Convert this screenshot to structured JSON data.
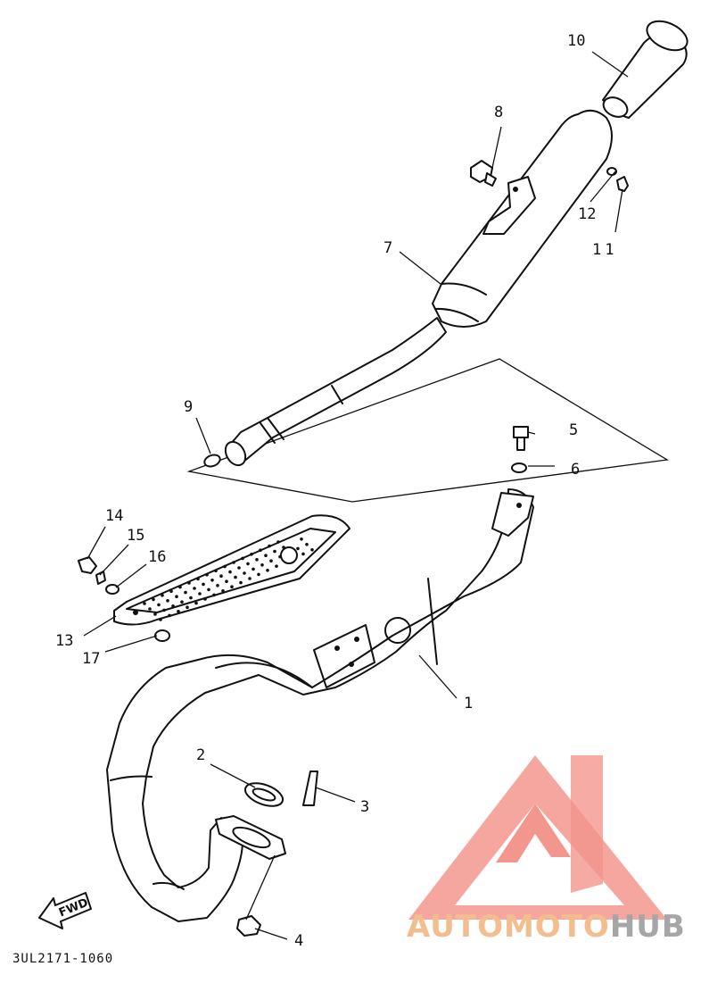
{
  "diagram": {
    "part_numbers": {
      "p1": "1",
      "p2": "2",
      "p3": "3",
      "p4": "4",
      "p5": "5",
      "p6": "6",
      "p7": "7",
      "p8": "8",
      "p9": "9",
      "p10": "10",
      "p11": "11",
      "p12": "12",
      "p13": "13",
      "p14": "14",
      "p15": "15",
      "p16": "16",
      "p17": "17"
    },
    "fwd_label": "FWD",
    "drawing_code": "3UL2171-1060"
  },
  "watermark": {
    "word_a": "AUTOMOTO",
    "word_b": "HUB",
    "colors": {
      "logo": "#f28b82",
      "text_a": "#f2bd8f",
      "text_b": "#a6a6a6"
    },
    "icon": "triangle-m-logo-icon"
  },
  "icons": [
    "fwd-arrow-icon"
  ]
}
